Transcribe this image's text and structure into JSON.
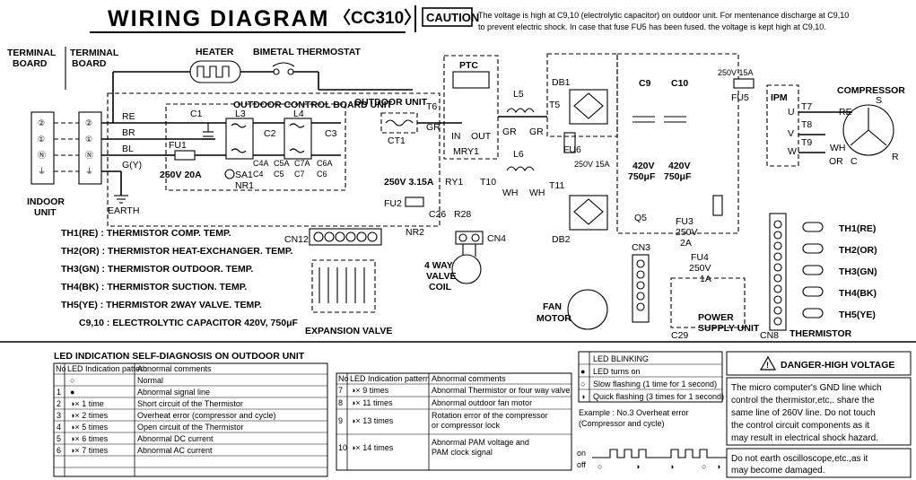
{
  "header": {
    "title": "WIRING DIAGRAM",
    "model": "〈CC310〉",
    "caution_label": "CAUTION",
    "caution_line1": "The voltage is high at C9,10 (electrolytic capacitor) on outdoor unit. For mentenance discharge at C9,10",
    "caution_line2": "to prevent electric shock. In case that fuse FU5 has been fused. the voltage is kept high at C9,10."
  },
  "diagram": {
    "terminal_board_left": [
      "TERMINAL",
      "BOARD"
    ],
    "terminal_board_right": [
      "TERMINAL",
      "BOARD"
    ],
    "indoor_unit": [
      "INDOOR",
      "UNIT"
    ],
    "earth": "EARTH",
    "heater": "HEATER",
    "bimetal_thermostat": "BIMETAL THERMOSTAT",
    "outdoor_control_board_unit": "OUTDOOR CONTROL BOARD UNIT",
    "outdoor_unit": "OUTDOOR UNIT",
    "ptc": "PTC",
    "mry1": "MRY1",
    "in_label": "IN",
    "out_label": "OUT",
    "compressor": "COMPRESSOR",
    "ipm": "IPM",
    "fan_motor": [
      "FAN",
      "MOTOR"
    ],
    "four_way_valve": [
      "4 WAY",
      "VALVE",
      "COIL"
    ],
    "expansion_valve": "EXPANSION VALVE",
    "power_supply_unit": [
      "POWER",
      "SUPPLY UNIT"
    ],
    "thermistor": "THERMISTOR",
    "terminals_left": [
      "②",
      "①",
      "Ⓝ",
      "⏚"
    ],
    "terminals_right": [
      "②",
      "①",
      "Ⓝ",
      "⏚"
    ],
    "wire_labels": [
      "RE",
      "BR",
      "BL",
      "G(Y)"
    ],
    "fu1_rating": "250V 20A",
    "fu2_rating": "250V 3.15A",
    "fu5_rating": "250V 15A",
    "fu6_rating": "250V 15A",
    "fu3_rating": [
      "250V",
      "2A"
    ],
    "fu4_rating": [
      "250V",
      "1A"
    ],
    "c9_rating": [
      "420V",
      "750μF"
    ],
    "c10_rating": [
      "420V",
      "750μF"
    ],
    "components": {
      "L3": "L3",
      "L4": "L4",
      "L5": "L5",
      "L6": "L6",
      "C1": "C1",
      "C2": "C2",
      "C3": "C3",
      "C4": "C4",
      "C4A": "C4A",
      "C5A": "C5A",
      "C5": "C5",
      "C7A": "C7A",
      "C7": "C7",
      "C6A": "C6A",
      "C6": "C6",
      "C9": "C9",
      "C10": "C10",
      "C26": "C26",
      "C29": "C29",
      "FU1": "FU1",
      "FU2": "FU2",
      "FU3": "FU3",
      "FU4": "FU4",
      "FU5": "FU5",
      "FU6": "FU6",
      "SA1": "SA1",
      "NR1": "NR1",
      "NR2": "NR2",
      "CT1": "CT1",
      "RY1": "RY1",
      "R28": "R28",
      "DB1": "DB1",
      "DB2": "DB2",
      "Q5": "Q5",
      "T5": "T5",
      "T6": "T6",
      "T7": "T7",
      "T8": "T8",
      "T9": "T9",
      "T10": "T10",
      "T11": "T11",
      "GR1": "GR",
      "GR2": "GR",
      "GR3": "GR",
      "WH1": "WH",
      "WH2": "WH",
      "CN3": "CN3",
      "CN4": "CN4",
      "CN8": "CN8",
      "CN12": "CN12",
      "U": "U",
      "V": "V",
      "W": "W",
      "RE": "RE",
      "S": "S",
      "C": "C",
      "R": "R",
      "WH": "WH",
      "OR": "OR"
    },
    "thermistors": [
      "TH1(RE)",
      "TH2(OR)",
      "TH3(GN)",
      "TH4(BK)",
      "TH5(YE)"
    ],
    "legend": [
      "TH1(RE) : THERMISTOR COMP. TEMP.",
      "TH2(OR) : THERMISTOR HEAT-EXCHANGER. TEMP.",
      "TH3(GN) : THERMISTOR OUTDOOR. TEMP.",
      "TH4(BK) : THERMISTOR SUCTION. TEMP.",
      "TH5(YE) : THERMISTOR 2WAY VALVE. TEMP.",
      "C9,10 : ELECTROLYTIC CAPACITOR 420V, 750μF"
    ]
  },
  "led_section": {
    "title": "LED INDICATION SELF-DIAGNOSIS ON OUTDOOR UNIT",
    "headers": [
      "No",
      "LED Indication pattern",
      "Abnormal comments"
    ],
    "table1": [
      {
        "no": "",
        "pattern": "○",
        "comment": "Normal"
      },
      {
        "no": "1",
        "pattern": "●",
        "comment": "Abnormal signal line"
      },
      {
        "no": "2",
        "pattern": "◑× 1 time",
        "comment": "Short circuit of the Thermistor"
      },
      {
        "no": "3",
        "pattern": "◑× 2 times",
        "comment": "Overheat error (compressor and cycle)"
      },
      {
        "no": "4",
        "pattern": "◑× 5 times",
        "comment": "Open circuit of the Thermistor"
      },
      {
        "no": "5",
        "pattern": "◑× 6 times",
        "comment": "Abnormal DC current"
      },
      {
        "no": "6",
        "pattern": "◑× 7 times",
        "comment": "Abnormal AC current"
      }
    ],
    "table2": [
      {
        "no": "7",
        "pattern": "◑× 9 times",
        "comment": [
          "Abnormal Thermistor or four way valve"
        ]
      },
      {
        "no": "8",
        "pattern": "◑× 11 times",
        "comment": [
          "Abnormal outdoor fan motor"
        ]
      },
      {
        "no": "9",
        "pattern": "◑× 13 times",
        "comment": [
          "Rotation error of the compressor",
          "or compressor lock"
        ]
      },
      {
        "no": "10",
        "pattern": "◑× 14 times",
        "comment": [
          "Abnormal PAM voltage and",
          "PAM clock signal"
        ]
      }
    ],
    "blink_legend": [
      {
        "sym": "",
        "text": "LED BLINKING"
      },
      {
        "sym": "●",
        "text": "LED turns on"
      },
      {
        "sym": "○",
        "text": "Slow flashing (1 time for 1 second)"
      },
      {
        "sym": "◑",
        "text": "Quick flashing (3 times for 1 second)"
      }
    ],
    "example": [
      "Example : No.3 Overheat error",
      "(Compressor and cycle)"
    ],
    "on_label": "on",
    "off_label": "off",
    "wave_marks": [
      "○",
      "◑",
      "◑",
      "○",
      "◑"
    ]
  },
  "danger": {
    "title": "DANGER-HIGH VOLTAGE",
    "text": [
      "The micro computer's GND line which",
      "control the thermistor,etc,. share the",
      "same line of 260V line. Do not touch",
      "the control circuit components as it",
      "may result in electrical shock hazard."
    ],
    "warning": [
      "Do not earth oscilloscope,etc.,as it",
      "may become damaged."
    ]
  }
}
